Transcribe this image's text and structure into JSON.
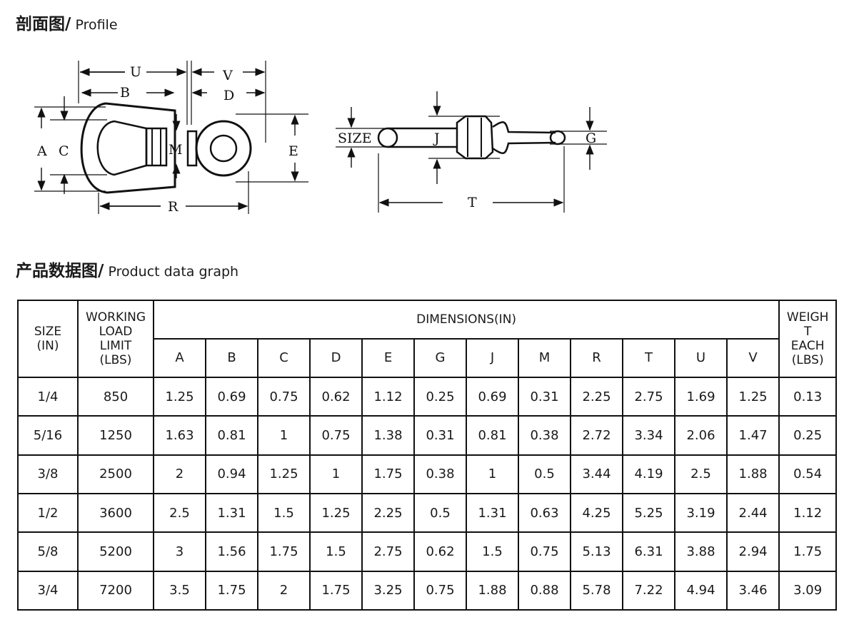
{
  "sections": {
    "profile": {
      "zh": "剖面图/",
      "en": " Profile"
    },
    "data_graph": {
      "zh": "产品数据图/",
      "en": " Product data graph"
    }
  },
  "drawing": {
    "left_labels": {
      "U": "U",
      "V": "V",
      "B": "B",
      "D": "D",
      "A": "A",
      "C": "C",
      "M": "M",
      "E": "E",
      "R": "R"
    },
    "right_labels": {
      "SIZE": "SIZE",
      "J": "J",
      "G": "G",
      "T": "T"
    }
  },
  "table": {
    "header": {
      "size": [
        "SIZE",
        "(IN)"
      ],
      "wll": [
        "WORKING",
        "LOAD",
        "LIMIT",
        "(LBS)"
      ],
      "dimensions": "DIMENSIONS(IN)",
      "weight": [
        "WEIGH",
        "T",
        "EACH",
        "(LBS)"
      ],
      "dim_cols": [
        "A",
        "B",
        "C",
        "D",
        "E",
        "G",
        "J",
        "M",
        "R",
        "T",
        "U",
        "V"
      ]
    },
    "rows": [
      [
        "1/4",
        "850",
        "1.25",
        "0.69",
        "0.75",
        "0.62",
        "1.12",
        "0.25",
        "0.69",
        "0.31",
        "2.25",
        "2.75",
        "1.69",
        "1.25",
        "0.13"
      ],
      [
        "5/16",
        "1250",
        "1.63",
        "0.81",
        "1",
        "0.75",
        "1.38",
        "0.31",
        "0.81",
        "0.38",
        "2.72",
        "3.34",
        "2.06",
        "1.47",
        "0.25"
      ],
      [
        "3/8",
        "2500",
        "2",
        "0.94",
        "1.25",
        "1",
        "1.75",
        "0.38",
        "1",
        "0.5",
        "3.44",
        "4.19",
        "2.5",
        "1.88",
        "0.54"
      ],
      [
        "1/2",
        "3600",
        "2.5",
        "1.31",
        "1.5",
        "1.25",
        "2.25",
        "0.5",
        "1.31",
        "0.63",
        "4.25",
        "5.25",
        "3.19",
        "2.44",
        "1.12"
      ],
      [
        "5/8",
        "5200",
        "3",
        "1.56",
        "1.75",
        "1.5",
        "2.75",
        "0.62",
        "1.5",
        "0.75",
        "5.13",
        "6.31",
        "3.88",
        "2.94",
        "1.75"
      ],
      [
        "3/4",
        "7200",
        "3.5",
        "1.75",
        "2",
        "1.75",
        "3.25",
        "0.75",
        "1.88",
        "0.88",
        "5.78",
        "7.22",
        "4.94",
        "3.46",
        "3.09"
      ]
    ]
  }
}
